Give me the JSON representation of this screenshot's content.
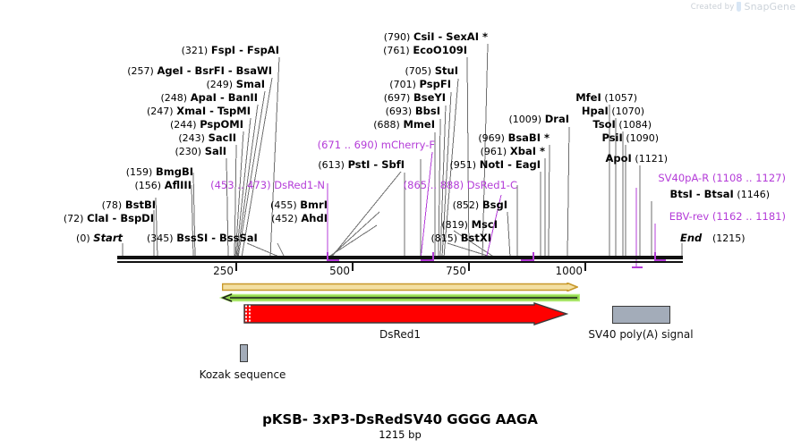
{
  "watermark": {
    "created_by": "Created by",
    "brand": "SnapGene"
  },
  "plasmid": {
    "name": "pKSB- 3xP3-DsRedSV40 GGGG AAGA",
    "length_label": "1215 bp",
    "length_bp": 1215
  },
  "axis": {
    "ticks": [
      "250",
      "500",
      "750",
      "1000"
    ],
    "tick_values": [
      250,
      500,
      750,
      1000
    ],
    "start_label": "(0)",
    "start_name": "Start",
    "end_name": "End",
    "end_label": "(1215)"
  },
  "colors": {
    "enzyme_text": "#000000",
    "feature_text": "#b43cd8",
    "leader": "#6e6e6e",
    "backbone": "#111111",
    "promoter_arrow_fill": "#f3dfa2",
    "promoter_arrow_stroke": "#c8982a",
    "primer_arrow_fill": "#8ed44a",
    "primer_arrow_stroke": "#bff07a",
    "cds_fill": "#ff0000",
    "cds_stroke": "#3b3b3b",
    "misc_fill": "#a3acb9",
    "misc_stroke": "#3b3b3b"
  },
  "sites": [
    {
      "pos": "(321)",
      "name": "FspI - FspAI"
    },
    {
      "pos": "(257)",
      "name": "AgeI - BsrFI - BsaWI"
    },
    {
      "pos": "(249)",
      "name": "SmaI"
    },
    {
      "pos": "(248)",
      "name": "ApaI - BanII"
    },
    {
      "pos": "(247)",
      "name": "XmaI - TspMI"
    },
    {
      "pos": "(244)",
      "name": "PspOMI"
    },
    {
      "pos": "(243)",
      "name": "SacII"
    },
    {
      "pos": "(230)",
      "name": "SalI"
    },
    {
      "pos": "(159)",
      "name": "BmgBI"
    },
    {
      "pos": "(156)",
      "name": "AflIII"
    },
    {
      "pos": "(78)",
      "name": "BstBI"
    },
    {
      "pos": "(72)",
      "name": "ClaI - BspDI"
    },
    {
      "pos": "(345)",
      "name": "BssSI - BssSaI"
    },
    {
      "pos": "(455)",
      "name": "BmrI"
    },
    {
      "pos": "(452)",
      "name": "AhdI"
    },
    {
      "pos": "(613)",
      "name": "PstI - SbfI"
    },
    {
      "pos": "(790)",
      "name": "CsiI - SexAI *"
    },
    {
      "pos": "(761)",
      "name": "EcoO109I"
    },
    {
      "pos": "(705)",
      "name": "StuI"
    },
    {
      "pos": "(701)",
      "name": "PspFI"
    },
    {
      "pos": "(697)",
      "name": "BseYI"
    },
    {
      "pos": "(693)",
      "name": "BbsI"
    },
    {
      "pos": "(688)",
      "name": "MmeI"
    },
    {
      "pos": "(1009)",
      "name": "DraI"
    },
    {
      "pos": "(969)",
      "name": "BsaBI *"
    },
    {
      "pos": "(961)",
      "name": "XbaI *"
    },
    {
      "pos": "(951)",
      "name": "NotI - EagI"
    },
    {
      "pos": "(852)",
      "name": "BsgI"
    },
    {
      "pos": "(819)",
      "name": "MscI"
    },
    {
      "pos": "(815)",
      "name": "BstXI"
    },
    {
      "pos": "(1057)",
      "name": "MfeI"
    },
    {
      "pos": "(1070)",
      "name": "HpaI"
    },
    {
      "pos": "(1084)",
      "name": "TsoI"
    },
    {
      "pos": "(1090)",
      "name": "PsiI"
    },
    {
      "pos": "(1121)",
      "name": "ApoI"
    },
    {
      "pos": "(1146)",
      "name": "BtsI - BtsaI"
    }
  ],
  "feature_labels": [
    {
      "range": "(671 .. 690)",
      "name": "mCherry-F"
    },
    {
      "range": "(453 .. 473)",
      "name": "DsRed1-N"
    },
    {
      "range": "(865 .. 888)",
      "name": "DsRed1-C"
    },
    {
      "range": "(1108 .. 1127)",
      "name": "SV40pA-R"
    },
    {
      "range": "(1162 .. 1181)",
      "name": "EBV-rev"
    }
  ],
  "labels": {
    "l_321": {
      "pos": "(321)",
      "name": "FspI",
      "extra": " - FspAI"
    },
    "l_257": {
      "pos": "(257)",
      "name": "AgeI",
      "extra": " - BsrFI - BsaWI"
    },
    "l_249": {
      "pos": "(249)",
      "name": "SmaI",
      "extra": ""
    },
    "l_248": {
      "pos": "(248)",
      "name": "ApaI",
      "extra": " - BanII"
    },
    "l_247": {
      "pos": "(247)",
      "name": "XmaI",
      "extra": " - TspMI"
    },
    "l_244": {
      "pos": "(244)",
      "name": "PspOMI",
      "extra": ""
    },
    "l_243": {
      "pos": "(243)",
      "name": "SacII",
      "extra": ""
    },
    "l_230": {
      "pos": "(230)",
      "name": "SalI",
      "extra": ""
    },
    "l_159": {
      "pos": "(159)",
      "name": "BmgBI",
      "extra": ""
    },
    "l_156": {
      "pos": "(156)",
      "name": "AflIII",
      "extra": ""
    },
    "l_78": {
      "pos": "(78)",
      "name": "BstBI",
      "extra": ""
    },
    "l_72": {
      "pos": "(72)",
      "name": "ClaI",
      "extra": " - BspDI"
    },
    "l_345": {
      "pos": "(345)",
      "name": "BssSI",
      "extra": " - BssSaI"
    },
    "l_455": {
      "pos": "(455)",
      "name": "BmrI",
      "extra": ""
    },
    "l_452": {
      "pos": "(452)",
      "name": "AhdI",
      "extra": ""
    },
    "l_613": {
      "pos": "(613)",
      "name": "PstI",
      "extra": " - SbfI"
    },
    "l_790": {
      "pos": "(790)",
      "name": "CsiI",
      "extra": " - SexAI *"
    },
    "l_761": {
      "pos": "(761)",
      "name": "EcoO109I",
      "extra": ""
    },
    "l_705": {
      "pos": "(705)",
      "name": "StuI",
      "extra": ""
    },
    "l_701": {
      "pos": "(701)",
      "name": "PspFI",
      "extra": ""
    },
    "l_697": {
      "pos": "(697)",
      "name": "BseYI",
      "extra": ""
    },
    "l_693": {
      "pos": "(693)",
      "name": "BbsI",
      "extra": ""
    },
    "l_688": {
      "pos": "(688)",
      "name": "MmeI",
      "extra": ""
    },
    "l_1009": {
      "pos": "(1009)",
      "name": "DraI",
      "extra": ""
    },
    "l_969": {
      "pos": "(969)",
      "name": "BsaBI *",
      "extra": ""
    },
    "l_961": {
      "pos": "(961)",
      "name": "XbaI *",
      "extra": ""
    },
    "l_951": {
      "pos": "(951)",
      "name": "NotI",
      "extra": " - EagI"
    },
    "l_852": {
      "pos": "(852)",
      "name": "BsgI",
      "extra": ""
    },
    "l_819": {
      "pos": "(819)",
      "name": "MscI",
      "extra": ""
    },
    "l_815": {
      "pos": "(815)",
      "name": "BstXI",
      "extra": ""
    },
    "l_1057": {
      "pos": "(1057)",
      "name": "MfeI",
      "extra": ""
    },
    "l_1070": {
      "pos": "(1070)",
      "name": "HpaI",
      "extra": ""
    },
    "l_1084": {
      "pos": "(1084)",
      "name": "TsoI",
      "extra": ""
    },
    "l_1090": {
      "pos": "(1090)",
      "name": "PsiI",
      "extra": ""
    },
    "l_1121": {
      "pos": "(1121)",
      "name": "ApoI",
      "extra": ""
    },
    "l_1146": {
      "pos": "(1146)",
      "name": "BtsI",
      "extra": " - BtsaI"
    },
    "f_mcherry": {
      "range": "(671 .. 690)",
      "name": "mCherry-F"
    },
    "f_dsred1n": {
      "range": "(453 .. 473)",
      "name": "DsRed1-N"
    },
    "f_dsred1c": {
      "range": "(865 .. 888)",
      "name": "DsRed1-C"
    },
    "f_sv40par": {
      "range": "(1108 .. 1127)",
      "name": "SV40pA-R"
    },
    "f_ebvrev": {
      "range": "(1162 .. 1181)",
      "name": "EBV-rev"
    }
  },
  "tracks": {
    "promoter": {
      "name": "",
      "direction": "right",
      "color": "#f3dfa2"
    },
    "primer": {
      "name": "",
      "direction": "left",
      "color": "#8ed44a"
    },
    "cds": {
      "name": "DsRed1",
      "direction": "right",
      "color": "#ff0000"
    },
    "polyA": {
      "name": "SV40 poly(A) signal",
      "color": "#a3acb9"
    },
    "kozak": {
      "name": "Kozak sequence",
      "color": "#a3acb9"
    }
  }
}
